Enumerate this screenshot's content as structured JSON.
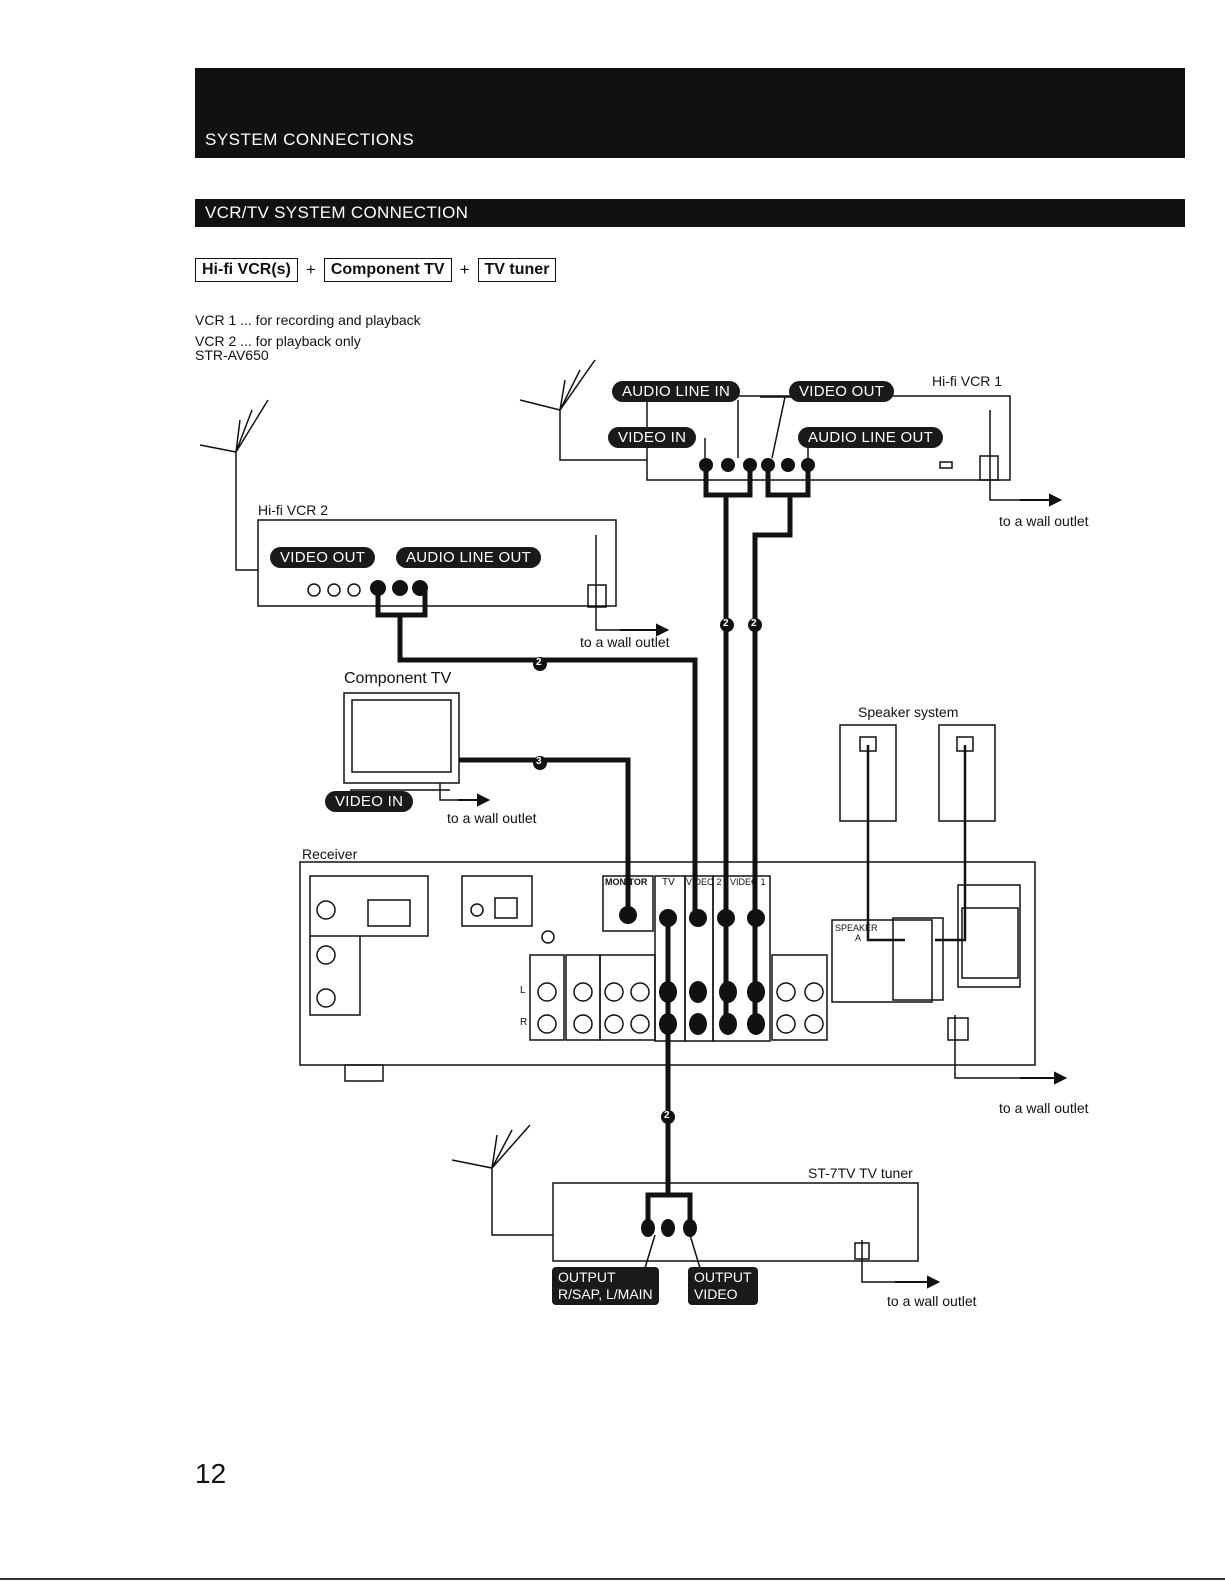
{
  "header": {
    "section_title": "SYSTEM CONNECTIONS",
    "subsection_title": "VCR/TV SYSTEM CONNECTION"
  },
  "requirements": {
    "item1": "Hi-fi VCR(s)",
    "item2": "Component TV",
    "item3": "TV tuner",
    "plus": "+"
  },
  "notes": {
    "line1": "VCR 1 ... for recording and playback",
    "line2": "VCR 2 ... for playback only"
  },
  "model": "STR-AV650",
  "labels": {
    "hifi_vcr1": "Hi-fi VCR 1",
    "hifi_vcr2": "Hi-fi VCR 2",
    "component_tv": "Component TV",
    "speaker_system": "Speaker system",
    "receiver": "Receiver",
    "tuner": "ST-7TV TV tuner",
    "wall_outlet": "to a wall outlet"
  },
  "pills": {
    "audio_line_in": "AUDIO LINE IN",
    "video_out": "VIDEO OUT",
    "video_in": "VIDEO IN",
    "audio_line_out": "AUDIO LINE OUT",
    "output_rsap_1": "OUTPUT",
    "output_rsap_2": "R/SAP, L/MAIN",
    "output_video_1": "OUTPUT",
    "output_video_2": "VIDEO"
  },
  "receiver_panel": {
    "monitor": "MONITOR",
    "tv": "TV",
    "video2": "VIDEO 2",
    "video1": "VIDEO 1",
    "speaker": "SPEAKER",
    "speaker_a": "A",
    "left": "L",
    "right": "R"
  },
  "cable_marker": "2",
  "cable_marker_tv": "3",
  "page_number": "12"
}
